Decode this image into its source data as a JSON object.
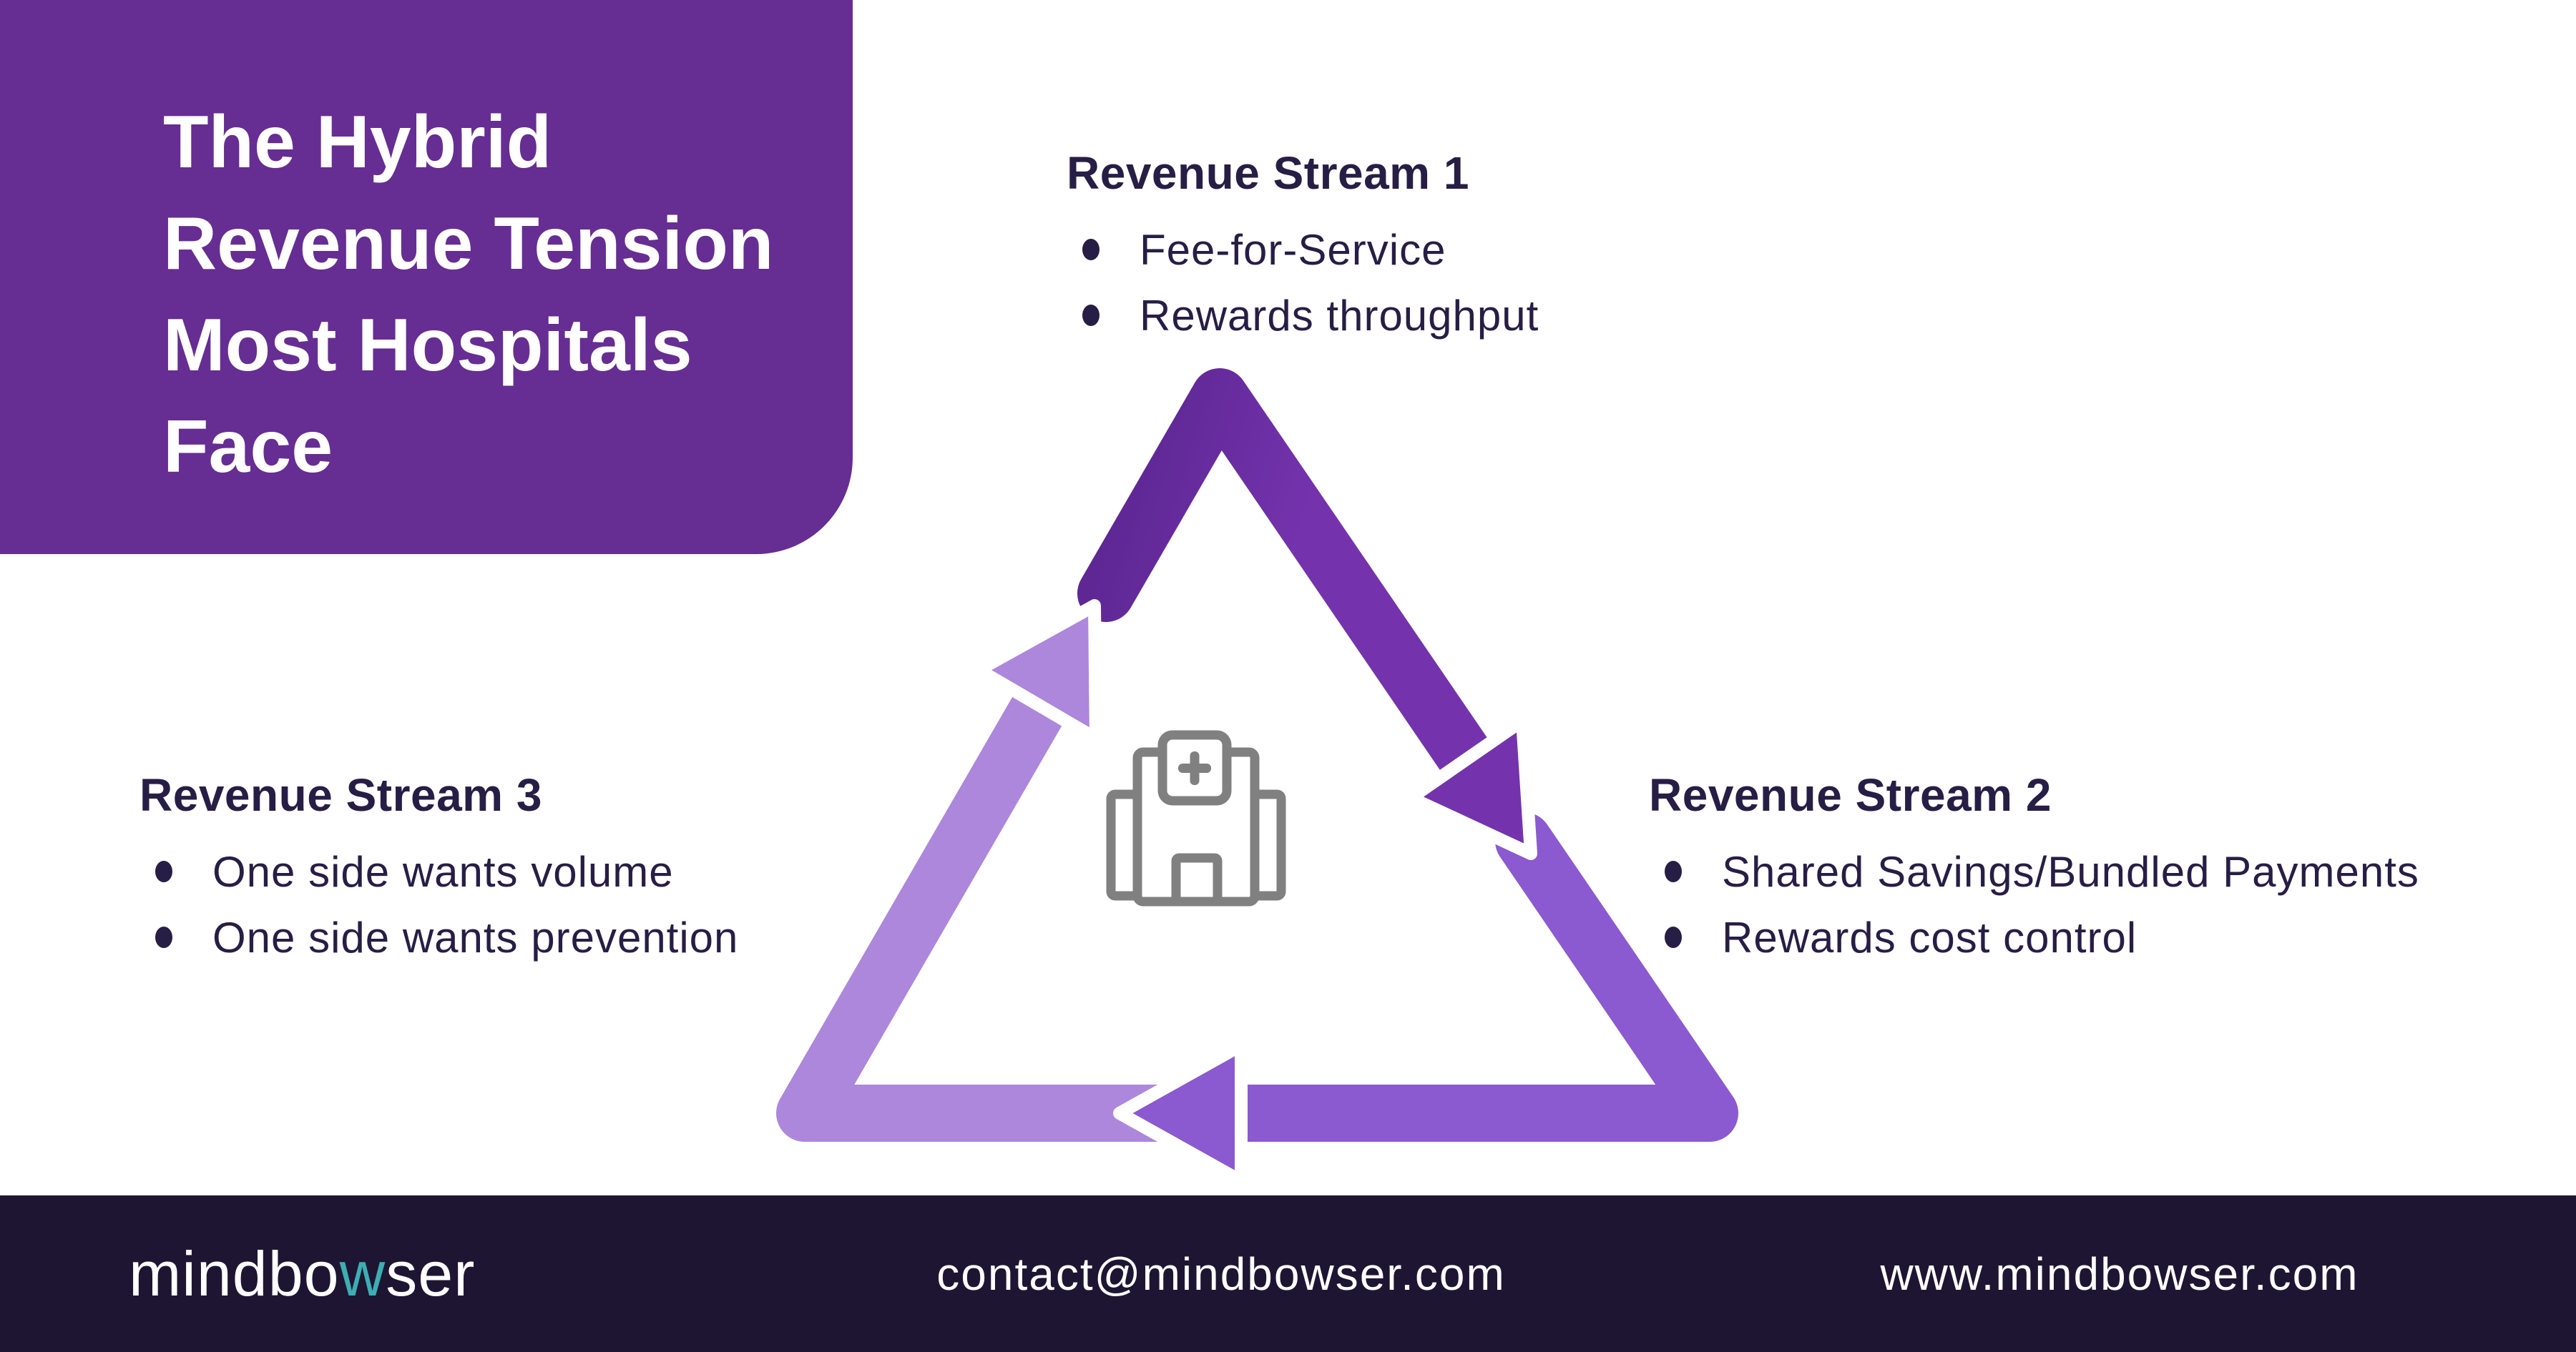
{
  "title": {
    "lines": [
      "The Hybrid",
      "Revenue Tension",
      "Most Hospitals",
      "Face"
    ]
  },
  "streams": [
    {
      "heading": "Revenue Stream 1",
      "items": [
        "Fee-for-Service",
        "Rewards throughput"
      ]
    },
    {
      "heading": "Revenue Stream 2",
      "items": [
        "Shared Savings/Bundled Payments",
        "Rewards cost control"
      ]
    },
    {
      "heading": "Revenue Stream 3",
      "items": [
        "One side wants volume",
        "One side wants prevention"
      ]
    }
  ],
  "diagram": {
    "type": "cycle-triangle",
    "center_icon": "hospital-building-icon",
    "flow": [
      "Revenue Stream 1",
      "Revenue Stream 2",
      "Revenue Stream 3"
    ]
  },
  "colors": {
    "card": "#662D93",
    "text_dark": "#271E45",
    "stream1_dark": "#7433AD",
    "stream1_deep": "#5E2794",
    "stream2_medium": "#8B59D0",
    "stream3_light": "#AC87DB",
    "icon_gray": "#808080",
    "white": "#FFFFFF"
  },
  "footer": {
    "logo_prefix": "mindbo",
    "logo_accent": "w",
    "logo_suffix": "ser",
    "email": "contact@mindbowser.com",
    "website": "www.mindbowser.com",
    "background": "#1E1533",
    "accent_teal": "#3DAEB2"
  }
}
